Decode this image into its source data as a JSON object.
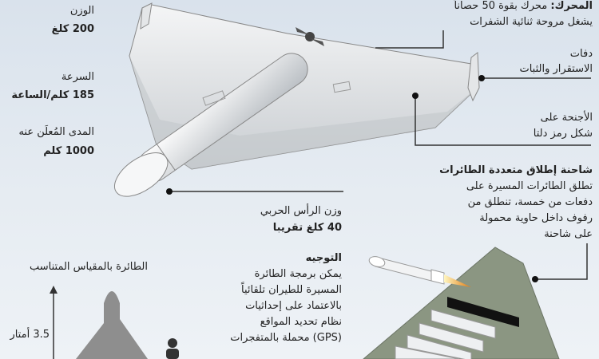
{
  "specs": {
    "weight_label": "الوزن",
    "weight_value": "200 كلغ",
    "speed_label": "السرعة",
    "speed_value": "185 كلم/الساعة",
    "range_label": "المدى المُعلَن عنه",
    "range_value": "1000 كلم"
  },
  "engine": {
    "title": "المحرك:",
    "line1": "محرك بقوة 50 حصاناً",
    "line2": "يشغل مروحة ثنائية الشفرات"
  },
  "rudders": {
    "line1": "دفات",
    "line2": "الاستقرار والثبات"
  },
  "wings": {
    "line1": "الأجنحة على",
    "line2": "شكل رمز دلتا"
  },
  "truck": {
    "title": "شاحنة إطلاق متعددة الطائرات",
    "lines": [
      "تطلق الطائرات المسيرة على",
      "دفعات من خمسة، تنطلق من",
      "رفوف داخل حاوية محمولة",
      "على شاحنة"
    ]
  },
  "warhead": {
    "label": "وزن الرأس الحربي",
    "value": "40 كلغ تقريبا"
  },
  "guidance": {
    "title": "التوجيه",
    "lines": [
      "يمكن برمجة الطائرة",
      "المسيرة للطيران تلقائياً",
      "بالاعتماد على إحداثيات",
      "نظام تحديد المواقع",
      "(GPS) محملة بالمتفجرات"
    ]
  },
  "scale": {
    "title": "الطائرة بالمقياس المتناسب",
    "height": "3.5 أمتار"
  }
}
